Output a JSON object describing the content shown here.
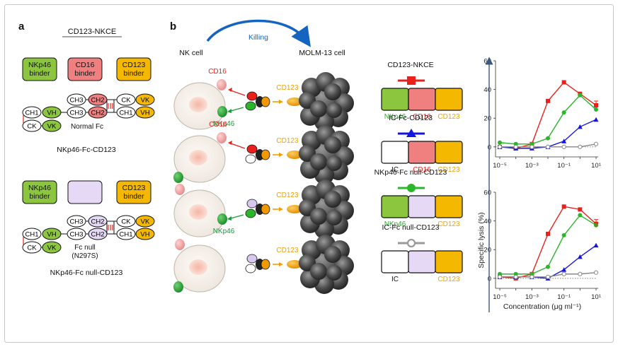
{
  "panel_a": {
    "label": "a",
    "heading": "CD123-NKCE",
    "binders": [
      "NKp46\nbinder",
      "CD16\nbinder",
      "CD123\nbinder"
    ],
    "domains": {
      "ch1": "CH1",
      "ch2": "CH2",
      "ch3": "CH3",
      "ck": "CK",
      "vh": "VH",
      "vk": "VK"
    },
    "normal_fc": "Normal Fc",
    "construct1_name": "NKp46-Fc-CD123",
    "fc_null": "Fc null",
    "fc_null_mut": "(N297S)",
    "construct2_name": "NKp46-Fc null-CD123"
  },
  "panel_b": {
    "label": "b",
    "killing": "Killing",
    "nk_cell": "NK cell",
    "molm_cell": "MOLM-13 cell",
    "cd16": "CD16",
    "cd123": "CD123",
    "nkp46": "NKp46",
    "constructs": [
      {
        "name": "CD123-NKCE",
        "left": "NKp46",
        "mid": "CD16",
        "right": "CD123"
      },
      {
        "name": "IC-Fc-CD123",
        "left": "IC",
        "mid": "CD16",
        "right": "CD123"
      },
      {
        "name": "NKp46-Fc null-CD123",
        "left": "NKp46",
        "mid": "",
        "right": "CD123"
      },
      {
        "name": "IC-Fc null-CD123",
        "left": "IC",
        "mid": "",
        "right": "CD123"
      }
    ]
  },
  "colors": {
    "green": "#8cc63f",
    "pink": "#f08080",
    "orange": "#f5b800",
    "lavender": "#e5d9f5",
    "red": "#e8211c",
    "blue": "#1515e0",
    "grey": "#9a9a9a",
    "axis": "#333333"
  },
  "chart_data": [
    {
      "type": "line",
      "ylabel": "Specific lysis (%)",
      "xlabel": "Concentration (μg ml⁻¹)",
      "x_scale": "log",
      "xlim": [
        1e-05,
        10
      ],
      "ylim": [
        -5,
        60
      ],
      "yticks": [
        0,
        20,
        40,
        60
      ],
      "xticks": [
        "10⁻⁵",
        "10⁻³",
        "10⁻¹",
        "10¹"
      ],
      "x": [
        1e-05,
        0.0001,
        0.001,
        0.01,
        0.1,
        1,
        10
      ],
      "series": [
        {
          "color": "#e8211c",
          "marker": "square",
          "values": [
            0,
            -1,
            2,
            32,
            45,
            37,
            29
          ]
        },
        {
          "color": "#2bb52b",
          "marker": "circle",
          "values": [
            3,
            2,
            2,
            6,
            24,
            36,
            26
          ]
        },
        {
          "color": "#1515e0",
          "marker": "triangle",
          "values": [
            0,
            -1,
            -1,
            0,
            4,
            14,
            19
          ]
        },
        {
          "color": "#888888",
          "marker": "open-circle",
          "values": [
            0,
            0,
            0,
            0,
            0,
            0,
            2
          ]
        }
      ]
    },
    {
      "type": "line",
      "ylabel": "Specific lysis (%)",
      "xlabel": "Concentration (μg ml⁻¹)",
      "x_scale": "log",
      "xlim": [
        1e-05,
        10
      ],
      "ylim": [
        -5,
        60
      ],
      "yticks": [
        0,
        20,
        40,
        60
      ],
      "xticks": [
        "10⁻⁵",
        "10⁻³",
        "10⁻¹",
        "10¹"
      ],
      "x": [
        1e-05,
        0.0001,
        0.001,
        0.01,
        0.1,
        1,
        10
      ],
      "series": [
        {
          "color": "#e8211c",
          "marker": "square",
          "values": [
            1,
            0,
            3,
            31,
            50,
            48,
            38
          ]
        },
        {
          "color": "#2bb52b",
          "marker": "circle",
          "values": [
            3,
            3,
            3,
            8,
            30,
            44,
            37
          ]
        },
        {
          "color": "#1515e0",
          "marker": "triangle",
          "values": [
            1,
            1,
            1,
            0,
            6,
            15,
            23
          ]
        },
        {
          "color": "#888888",
          "marker": "open-circle",
          "values": [
            1,
            1,
            1,
            1,
            3,
            3,
            4
          ]
        }
      ]
    }
  ]
}
